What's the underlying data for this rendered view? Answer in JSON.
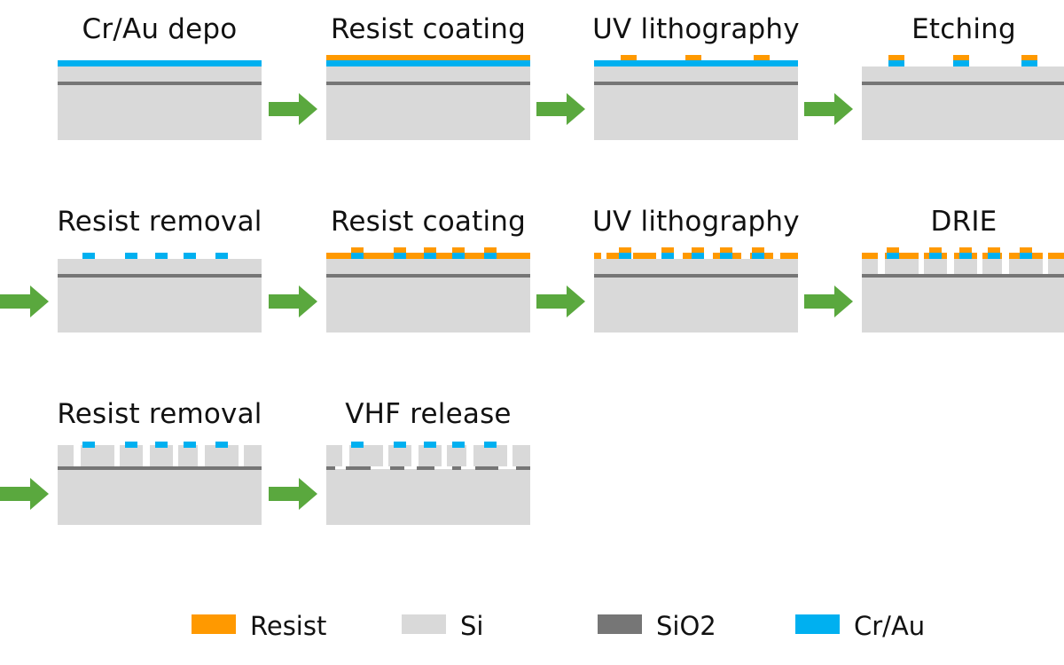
{
  "colors": {
    "resist": "#FF9900",
    "si": "#D9D9D9",
    "sio2": "#767676",
    "crau": "#00B0F0",
    "arrow": "#5AA83E"
  },
  "steps": [
    {
      "title": "Cr/Au depo"
    },
    {
      "title": "Resist coating"
    },
    {
      "title": "UV lithography"
    },
    {
      "title": "Etching"
    },
    {
      "title": "Resist removal"
    },
    {
      "title": "Resist coating"
    },
    {
      "title": "UV lithography"
    },
    {
      "title": "DRIE"
    },
    {
      "title": "Resist removal"
    },
    {
      "title": "VHF release"
    }
  ],
  "legend": [
    {
      "label": "Resist",
      "material": "resist"
    },
    {
      "label": "Si",
      "material": "si"
    },
    {
      "label": "SiO2",
      "material": "sio2"
    },
    {
      "label": "Cr/Au",
      "material": "crau"
    }
  ],
  "arrow_icon": "right-arrow-icon"
}
